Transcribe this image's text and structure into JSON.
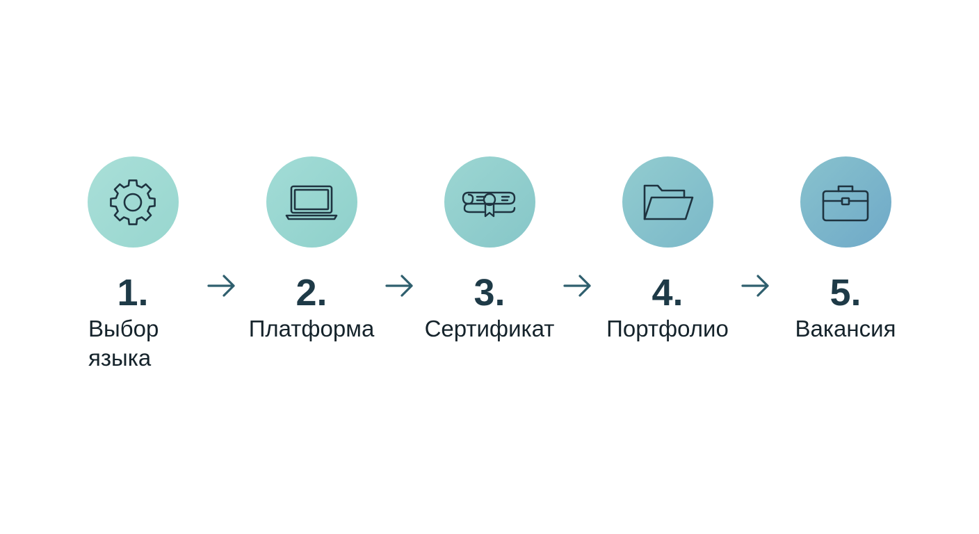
{
  "steps": [
    {
      "number": "1.",
      "label": "Выбор языка",
      "icon": "gear-icon",
      "color_from": "#a9dfd8",
      "color_to": "#98d6cf"
    },
    {
      "number": "2.",
      "label": "Платформа",
      "icon": "laptop-icon",
      "color_from": "#a2dcd6",
      "color_to": "#8fd0cb"
    },
    {
      "number": "3.",
      "label": "Сертификат",
      "icon": "diploma-icon",
      "color_from": "#9cd6d2",
      "color_to": "#86c6c8"
    },
    {
      "number": "4.",
      "label": "Портфолио",
      "icon": "folder-icon",
      "color_from": "#92cccf",
      "color_to": "#7bb8c9"
    },
    {
      "number": "5.",
      "label": "Вакансия",
      "icon": "briefcase-icon",
      "color_from": "#88c2cd",
      "color_to": "#6fa9c8"
    }
  ],
  "colors": {
    "arrow": "#2f5f6e",
    "icon_stroke": "#1e3340",
    "number": "#1e3a47",
    "label": "#15232b"
  }
}
